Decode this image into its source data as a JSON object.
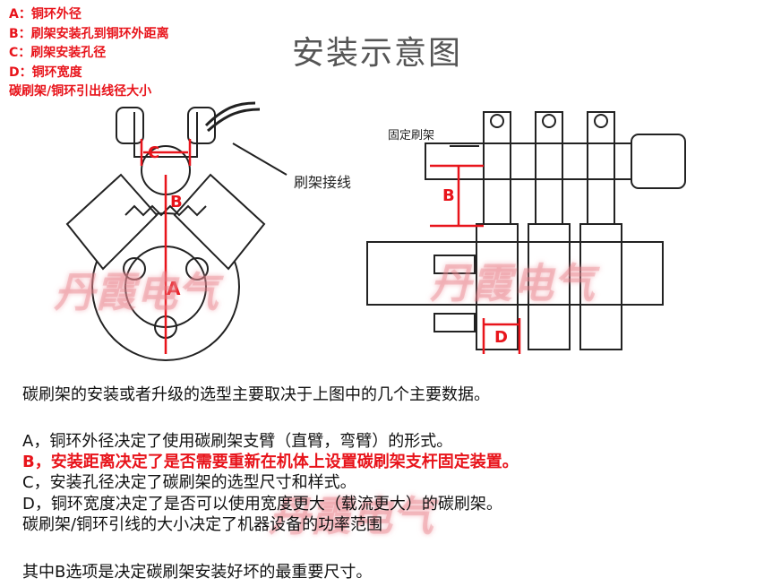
{
  "legend": [
    "A：铜环外径",
    "B：刷架安装孔到铜环外距离",
    "C：刷架安装孔径",
    "D：铜环宽度",
    "碳刷架/铜环引出线径大小"
  ],
  "title": "安装示意图",
  "diagram": {
    "left_label": "刷架接线",
    "right_label": "固定刷架",
    "marks": {
      "a": "A",
      "b": "B",
      "c": "C",
      "d": "D"
    },
    "watermark": "丹霞电气",
    "accent": "#e8141b"
  },
  "body": {
    "intro": "碳刷架的安装或者升级的选型主要取决于上图中的几个主要数据。",
    "items": [
      "A，铜环外径决定了使用碳刷架支臂（直臂，弯臂）的形式。",
      "B，安装距离决定了是否需要重新在机体上设置碳刷架支杆固定装置。",
      "C，安装孔径决定了碳刷架的选型尺寸和样式。",
      "D，铜环宽度决定了是否可以使用宽度更大（载流更大）的碳刷架。",
      "碳刷架/铜环引线的大小决定了机器设备的功率范围"
    ],
    "conclusion": "其中B选项是决定碳刷架安装好坏的最重要尺寸。"
  }
}
